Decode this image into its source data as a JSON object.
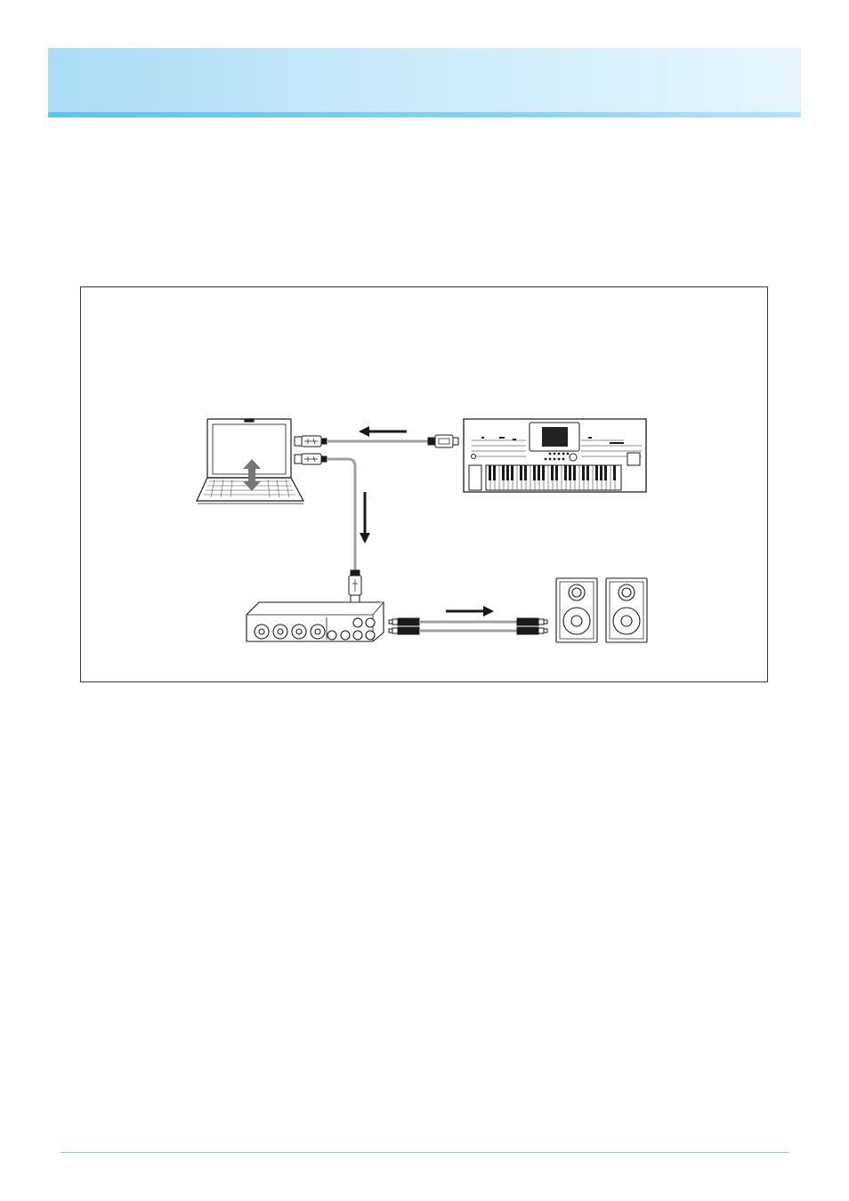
{
  "header": {
    "title": ""
  },
  "diagram": {
    "components": [
      {
        "id": "computer",
        "icon": "laptop-icon"
      },
      {
        "id": "instrument",
        "icon": "arranger-keyboard-icon"
      },
      {
        "id": "audio-interface",
        "icon": "audio-interface-icon"
      },
      {
        "id": "speakers",
        "icon": "monitor-speakers-icon"
      }
    ],
    "connections": [
      {
        "from": "instrument",
        "to": "computer",
        "cable": "usb-cable"
      },
      {
        "from": "computer",
        "to": "audio-interface",
        "cable": "usb-cable"
      },
      {
        "from": "audio-interface",
        "to": "speakers",
        "cable": "audio-cables"
      }
    ],
    "colors": {
      "line": "#1a1a1a",
      "cable": "#a0a0a0"
    }
  }
}
